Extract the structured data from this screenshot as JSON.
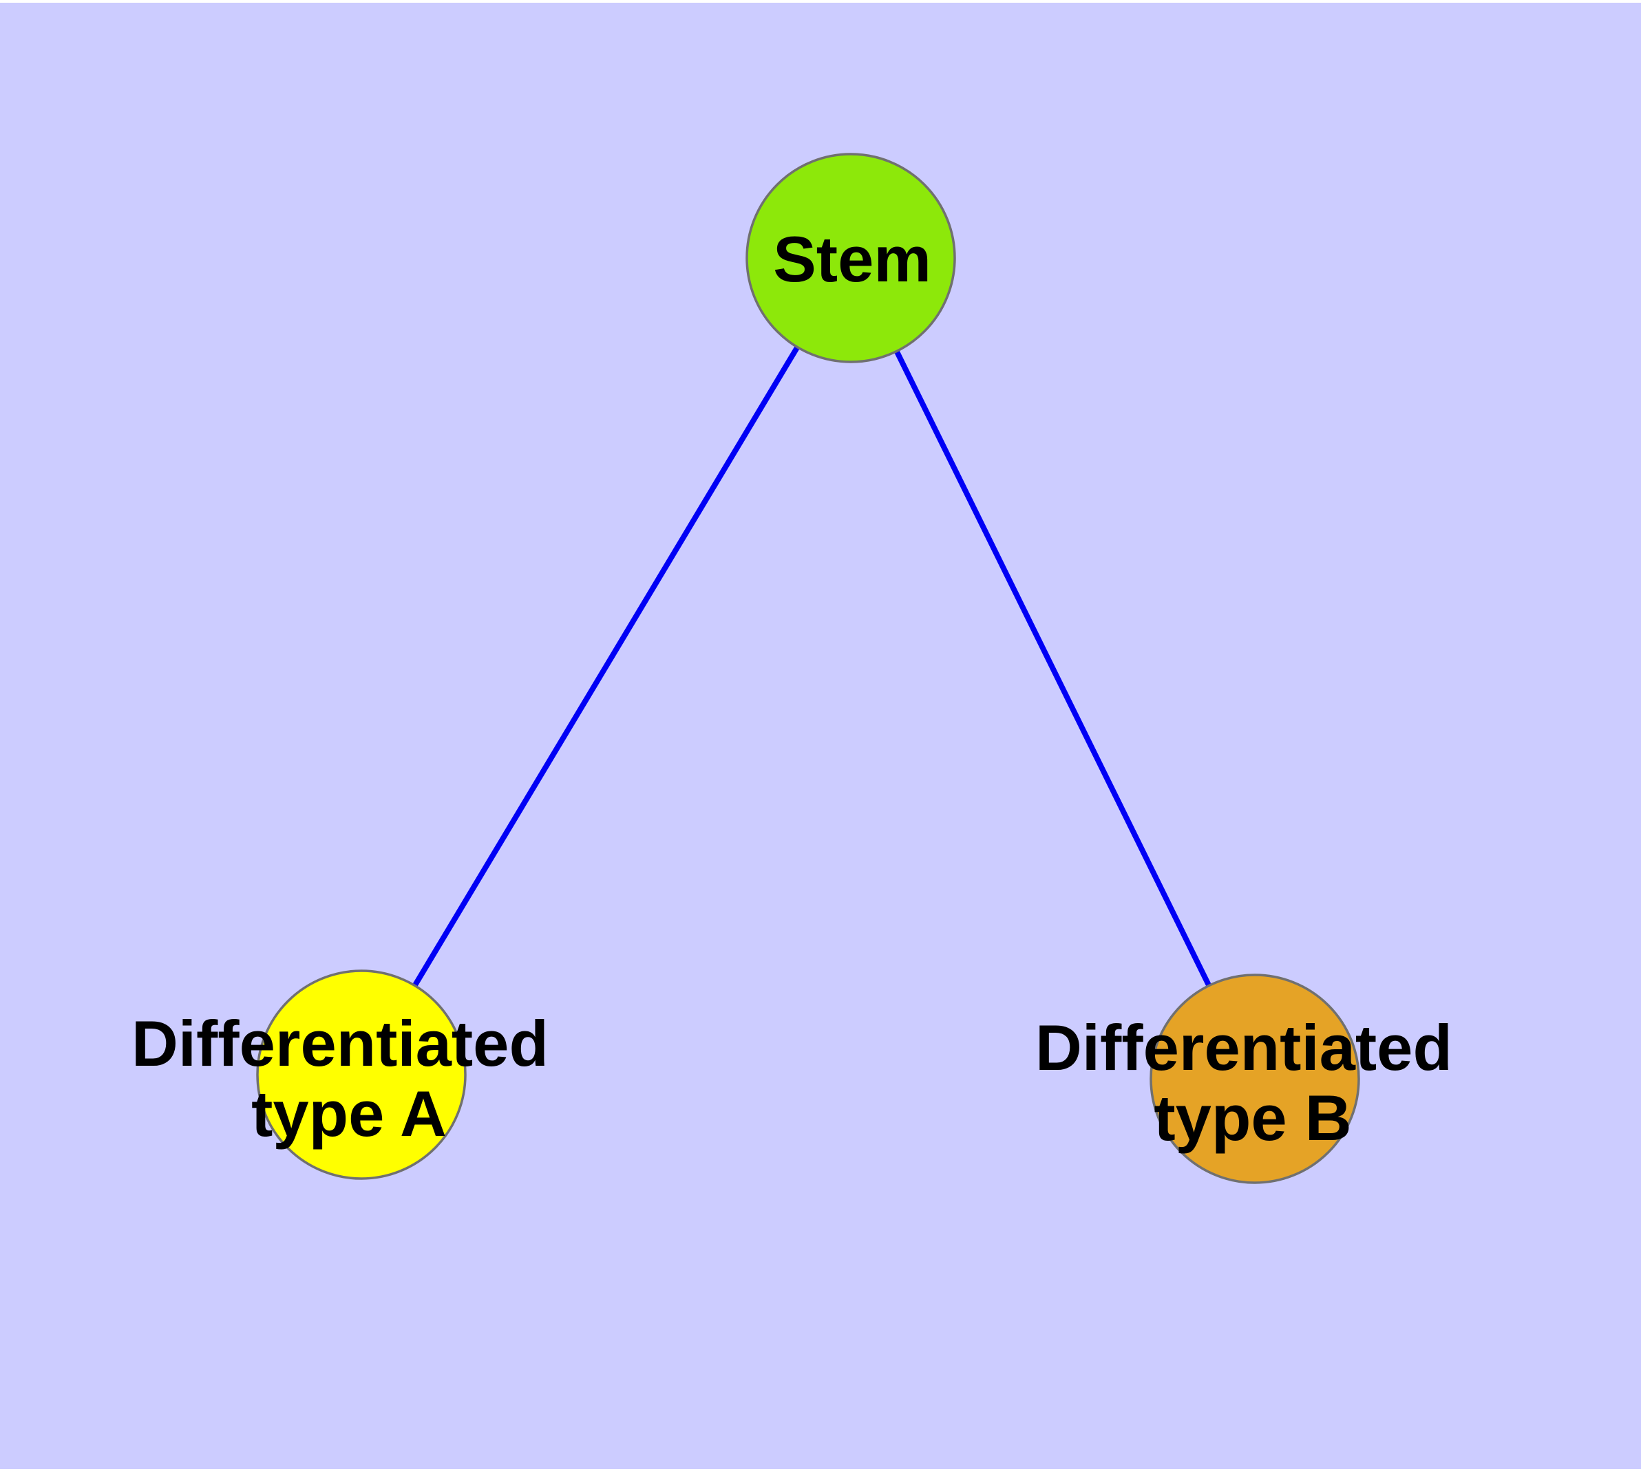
{
  "diagram": {
    "background_color": "#CCCCFF",
    "margin_color": "#FFFFFF",
    "edge_color": "#0000F5",
    "node_border_color": "#707070",
    "text_color": "#000000",
    "nodes": {
      "stem": {
        "id": "stem",
        "label": "Stem",
        "fill": "#8DE80A"
      },
      "type_a": {
        "id": "type_a",
        "label_line1": "Differentiated",
        "label_line2": "type A",
        "fill": "#FFFF00"
      },
      "type_b": {
        "id": "type_b",
        "label_line1": "Differentiated",
        "label_line2": "type B",
        "fill": "#E5A326"
      }
    },
    "edges": [
      {
        "from": "Stem",
        "to": "Differentiated type A"
      },
      {
        "from": "Stem",
        "to": "Differentiated type B"
      }
    ]
  }
}
